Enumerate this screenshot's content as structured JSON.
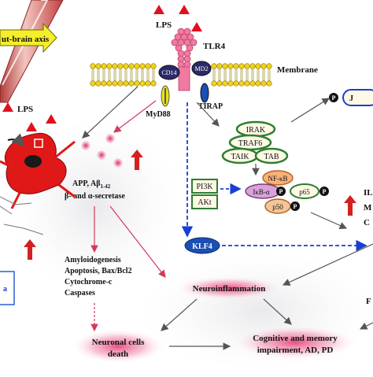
{
  "labels": {
    "gut_brain_axis": "ut-brain axis",
    "lps_top": "LPS",
    "lps_left": "LPS",
    "tlr4": "TLR4",
    "membrane": "Membrane",
    "cd14": "CD14",
    "md2": "MD2",
    "tirap": "TIRAP",
    "myd88": "MyD88",
    "irak": "IRAK",
    "traf6": "TRAF6",
    "taik": "TAIK",
    "tab": "TAB",
    "jnk_partial": "J",
    "p_symbol": "P",
    "app_line1_pre": "APP, Aβ",
    "app_line1_sub": "1-42",
    "app_line2": "β- and α-secretase",
    "pi3k": "PI3K",
    "akt": "AKt",
    "nfkb": "NF-κB",
    "ikba": "IκB-α",
    "p65": "p65",
    "p50": "p50",
    "klf4": "KLF4",
    "amyloid_list": [
      "Amyloidogenesis",
      "Apoptosis, Bax/Bcl2",
      "Cytochrome-c",
      "Caspases"
    ],
    "neuroinflammation": "Neuroinflammation",
    "neuronal_death_1": "Neuronal cells",
    "neuronal_death_2": "death",
    "cognitive_1": "Cognitive and memory",
    "cognitive_2": "impairment, AD, PD",
    "right_partial_1": "IL",
    "right_partial_2": "M",
    "right_partial_3": "C",
    "right_partial_4": "F",
    "left_partial": "a"
  },
  "colors": {
    "triangle_red": "#e01020",
    "membrane_yellow": "#f2d21a",
    "receptor_pink": "#f07aa0",
    "node_green": "#2e7d32",
    "node_fill_light": "#fff9e6",
    "nfkb_fill": "#f7b27a",
    "ikba_fill": "#d9a3d9",
    "p50_fill": "#f4c59a",
    "klf4_fill": "#1a4fb5",
    "arrow_blue": "#1a3fd0",
    "arrow_red": "#d23a5a",
    "glow_pink": "#e8467c",
    "neuron_red": "#e01818",
    "gut_arrow_yellow": "#f5ee2a"
  }
}
